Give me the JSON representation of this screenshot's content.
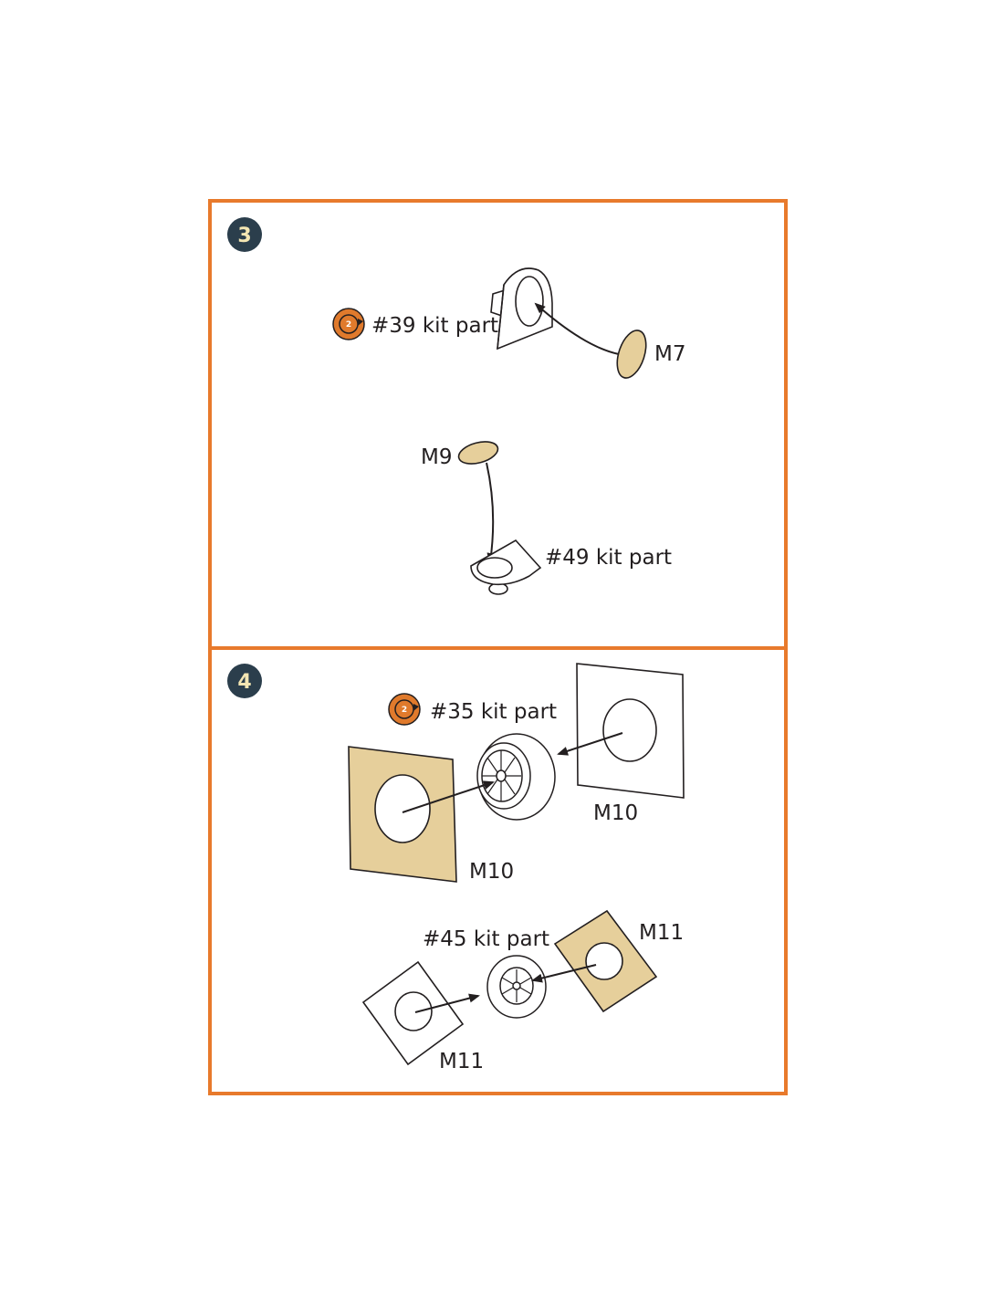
{
  "colors": {
    "frame": "#e87a2c",
    "step_badge": "#2b3e4c",
    "step_number": "#f4e6b3",
    "photo_etch": "#e6cf9b",
    "outline": "#231f20",
    "kit_icon": "#e07a2c"
  },
  "icons": {
    "kit_part_badge": "numbered-circle-arrow-icon"
  },
  "steps": [
    {
      "number": "3",
      "kit_badge_number": "2",
      "labels": {
        "kit_part_39": "#39 kit part",
        "m7": "M7",
        "m9": "M9",
        "kit_part_49": "#49 kit part"
      }
    },
    {
      "number": "4",
      "kit_badge_number": "2",
      "labels": {
        "kit_part_35": "#35 kit part",
        "m10_right": "M10",
        "m10_left": "M10",
        "kit_part_45": "#45 kit part",
        "m11_right": "M11",
        "m11_left": "M11"
      }
    }
  ]
}
